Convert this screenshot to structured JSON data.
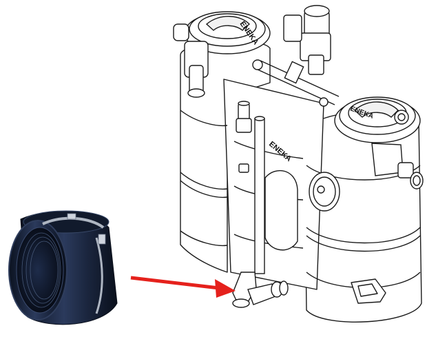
{
  "diagram": {
    "brand_text_left_lid": "ENEKA",
    "brand_text_right_lid": "ENEKA",
    "brand_text_tank_body": "ENEKA",
    "arrow_color": "#e5211c",
    "coupling_color": "#1d2a44",
    "coupling_clamp_color": "#aeb6c2",
    "line_color": "#1a1a1a"
  }
}
